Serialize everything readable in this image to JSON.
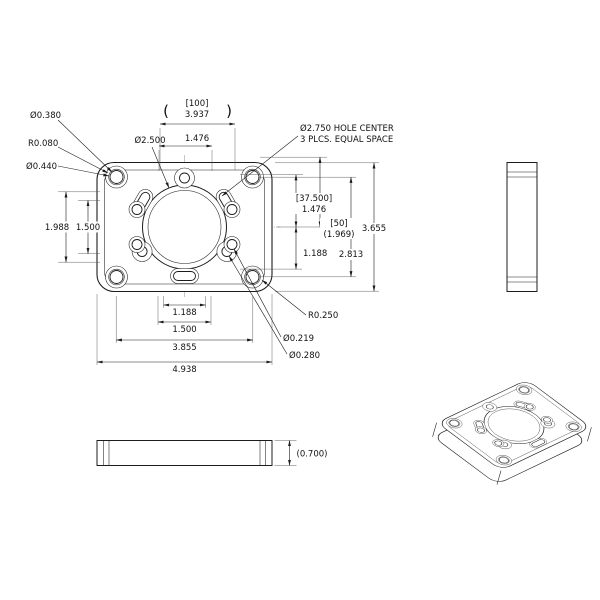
{
  "drawing": {
    "kind": "mechanical-part-multiview-drawing",
    "background": "#ffffff",
    "line_color": "#1c1c1c",
    "centerline_color": "#9a9a9a",
    "views": {
      "front": {
        "callouts": {
          "corner_hole_dia": "Ø0.380",
          "corner_fillet_radius": "R0.080",
          "corner_cbore_dia": "Ø0.440",
          "center_bore_dia": "Ø2.500",
          "note_line1": "Ø2.750 HOLE CENTER",
          "note_line2": "3 PLCS. EQUAL SPACE",
          "slot_radius": "R0.250",
          "small_hole_dia": "Ø0.219",
          "bolt_hole_dia": "Ø0.280"
        },
        "dims": {
          "paren_open": "(",
          "paren_close": ")",
          "top_width_mm": "[100]",
          "top_width_in": "3.937",
          "top_pitch": "1.476",
          "left_pitch_a": "1.988",
          "left_pitch_b": "1.500",
          "right_pitch_mm": "[37.500]",
          "right_pitch_in": "1.476",
          "right_half_mm": "[50]",
          "right_half_in": "(1.969)",
          "right_lower": "1.188",
          "height_holes": "2.813",
          "height_overall": "3.655",
          "bottom_a": "1.188",
          "bottom_b": "1.500",
          "bottom_c": "3.855",
          "width_overall": "4.938"
        }
      },
      "bottom": {
        "thickness": "(0.700)"
      }
    }
  }
}
